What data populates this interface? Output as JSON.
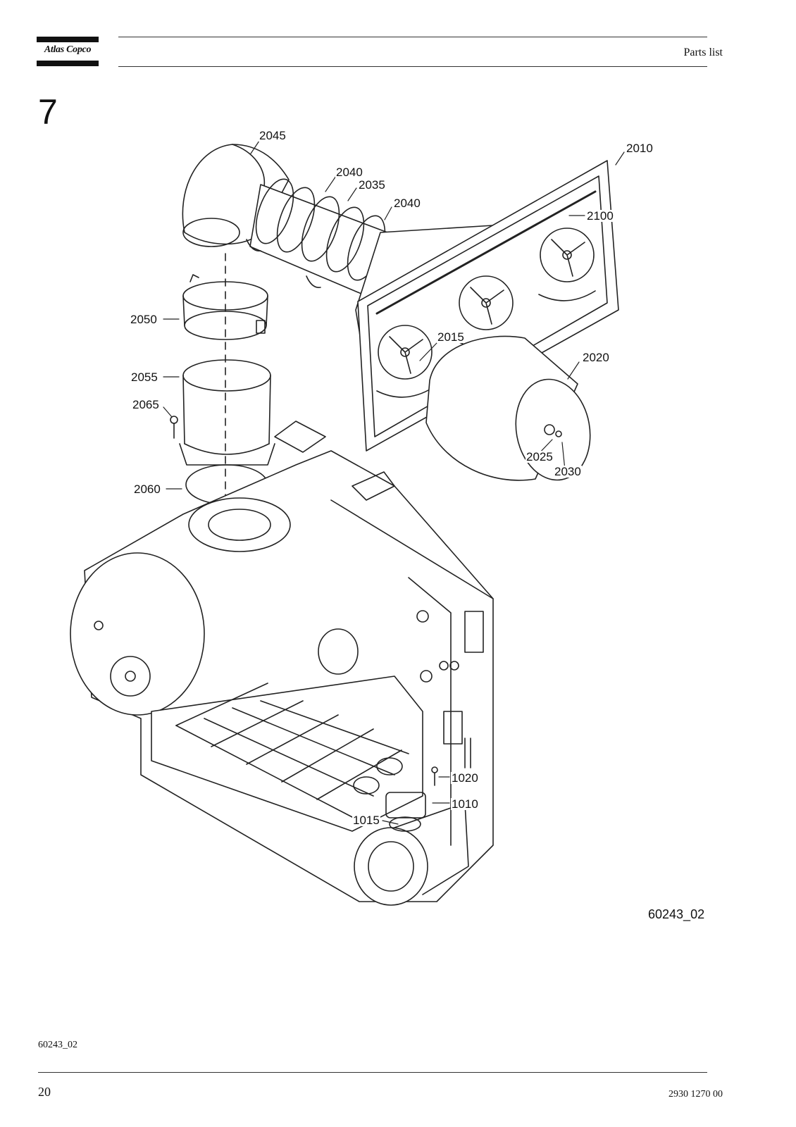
{
  "header": {
    "logo_text": "Atlas Copco",
    "title": "Parts list"
  },
  "section": {
    "number": "7"
  },
  "figure": {
    "reference": "60243_02",
    "callouts": {
      "c2045": "2045",
      "c2040a": "2040",
      "c2035": "2035",
      "c2040b": "2040",
      "c2010": "2010",
      "c2100": "2100",
      "c2050": "2050",
      "c2015": "2015",
      "c2020": "2020",
      "c2055": "2055",
      "c2065": "2065",
      "c2025": "2025",
      "c2030": "2030",
      "c2060": "2060",
      "c1020": "1020",
      "c1010": "1010",
      "c1015": "1015"
    }
  },
  "footer": {
    "figure_ref": "60243_02",
    "page_number": "20",
    "doc_number": "2930 1270 00"
  },
  "icons": {
    "logo": "atlas-copco-logo"
  }
}
